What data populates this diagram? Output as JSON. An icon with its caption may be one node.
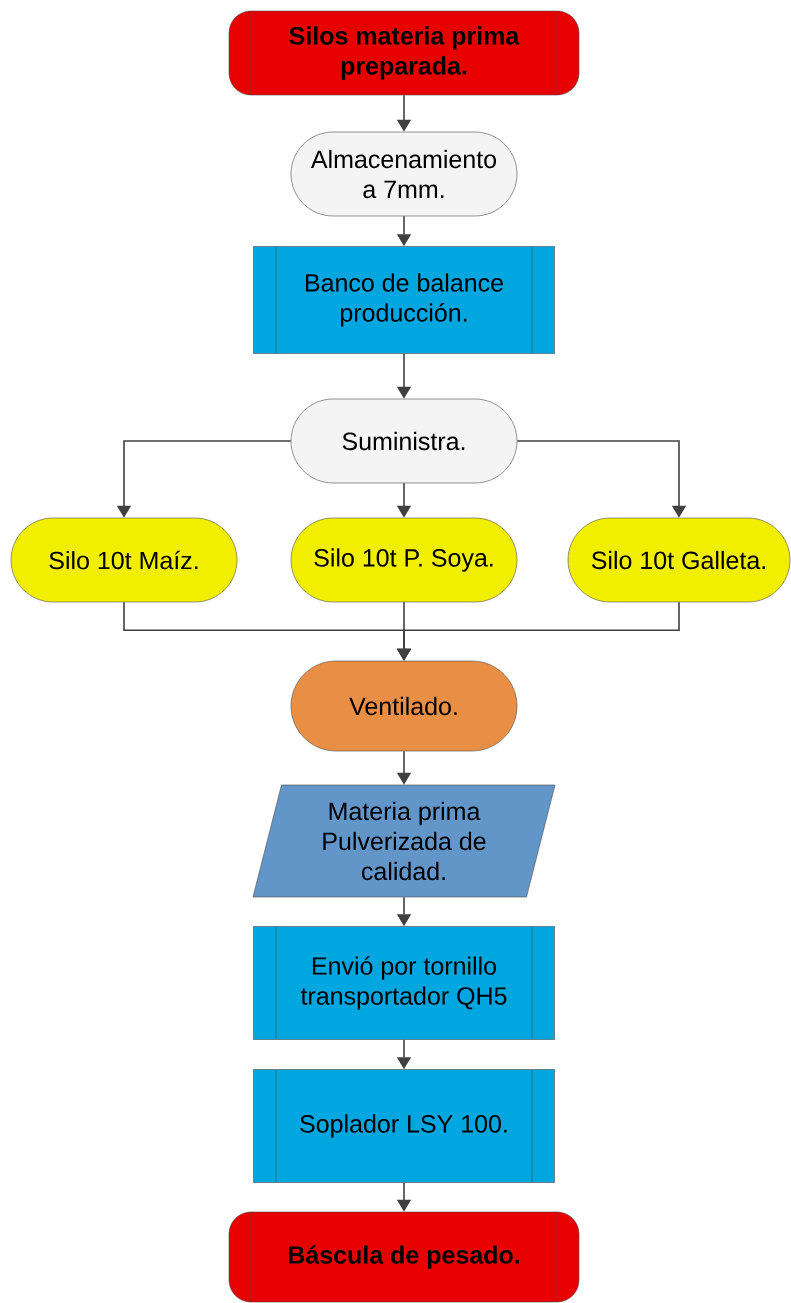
{
  "diagram": {
    "nodes": [
      {
        "text": [
          "Silos materia prima preparada."
        ]
      },
      {
        "text": [
          "Almacenamiento a 7mm."
        ]
      },
      {
        "text": [
          "Banco de balance producción."
        ]
      },
      {
        "text": [
          "Suministra."
        ]
      },
      {
        "text": [
          "Silo 10t Maíz."
        ]
      },
      {
        "text": [
          "Silo 10t P. Soya."
        ]
      },
      {
        "text": [
          "Silo 10t Galleta."
        ]
      },
      {
        "text": [
          "Ventilado."
        ]
      },
      {
        "text": [
          "Materia prima Pulverizada de calidad."
        ]
      },
      {
        "text": [
          "Envió por tornillo transportador QH5"
        ]
      },
      {
        "text": [
          "Soplador LSY 100."
        ]
      },
      {
        "text": [
          "Báscula de pesado."
        ]
      }
    ],
    "edges": [
      {
        "from": 0,
        "to": 1,
        "arrow": "to"
      },
      {
        "from": 1,
        "to": 2,
        "arrow": "to"
      },
      {
        "from": 2,
        "to": 3,
        "arrow": "to"
      },
      {
        "from": 3,
        "to": 4,
        "arrow": "to"
      },
      {
        "from": 3,
        "to": 5,
        "arrow": "to"
      },
      {
        "from": 3,
        "to": 6,
        "arrow": "to"
      },
      {
        "from": 4,
        "to": 7,
        "arrow": "to"
      },
      {
        "from": 5,
        "to": 7,
        "arrow": "to"
      },
      {
        "from": 6,
        "to": 7,
        "arrow": "to"
      },
      {
        "from": 7,
        "to": 8,
        "arrow": "to"
      },
      {
        "from": 8,
        "to": 9,
        "arrow": "to"
      },
      {
        "from": 9,
        "to": 10,
        "arrow": "to"
      },
      {
        "from": 10,
        "to": 11,
        "arrow": "to"
      }
    ]
  }
}
